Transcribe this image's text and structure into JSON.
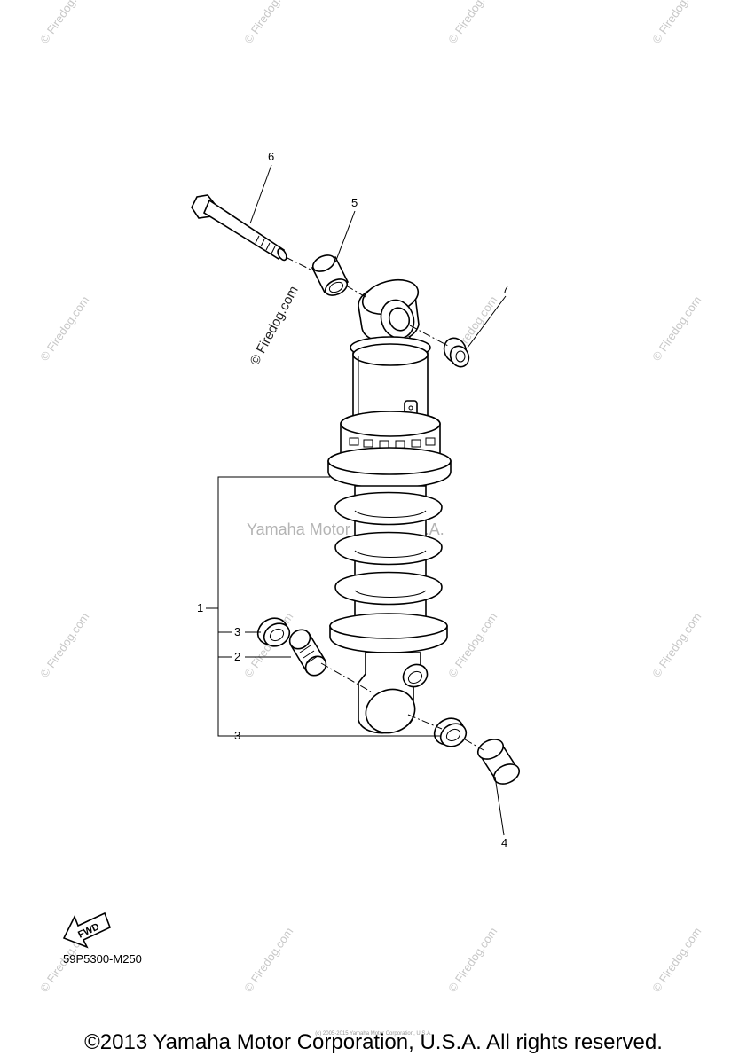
{
  "diagram": {
    "callouts": [
      "1",
      "2",
      "3",
      "3",
      "4",
      "5",
      "6",
      "7"
    ],
    "watermark_center": "Yamaha Motor Corp. U.S.A.",
    "watermark_diag": "© Firedog.com",
    "watermark_tile": "© Firedog.com",
    "fwd_label": "FWD",
    "part_code": "59P5300-M250",
    "tiny_credit": "(c) 2005-2015 Yamaha Motor Corporation, U.S.A.",
    "copyright": "©2013 Yamaha Motor Corporation, U.S.A. All rights reserved."
  }
}
